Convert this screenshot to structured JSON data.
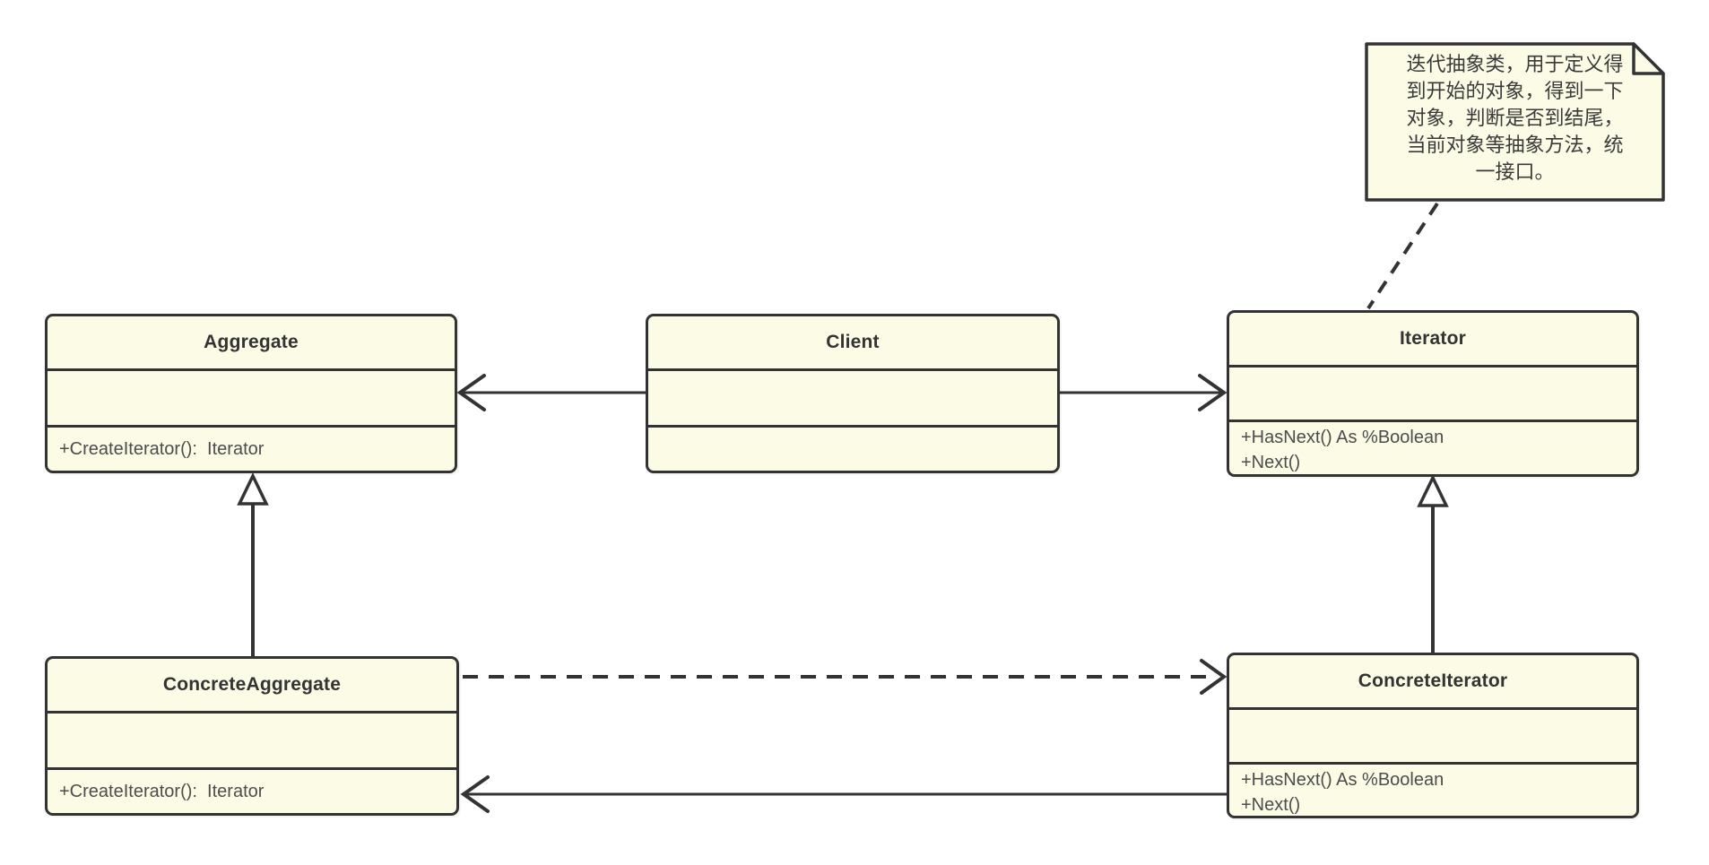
{
  "diagram": {
    "kind": "uml-class-diagram",
    "pattern": "Iterator",
    "colors": {
      "shape_fill": "#FBFBE6",
      "stroke": "#333333",
      "header_text": "#333333",
      "method_text": "#4D4D4D",
      "background": "#FFFFFF"
    },
    "classes": {
      "aggregate": {
        "name": "Aggregate",
        "methods": {
          "0": "+CreateIterator():  Iterator"
        }
      },
      "client": {
        "name": "Client",
        "methods": {}
      },
      "iterator": {
        "name": "Iterator",
        "methods": {
          "0": "+HasNext() As %Boolean",
          "1": "+Next()"
        }
      },
      "concrete_aggregate": {
        "name": "ConcreteAggregate",
        "methods": {
          "0": "+CreateIterator():  Iterator"
        }
      },
      "concrete_iterator": {
        "name": "ConcreteIterator",
        "methods": {
          "0": "+HasNext() As %Boolean",
          "1": "+Next()"
        }
      }
    },
    "note": {
      "lines": {
        "0": "迭代抽象类，用于定义得",
        "1": "到开始的对象，得到一下",
        "2": "对象，判断是否到结尾，",
        "3": "当前对象等抽象方法，统",
        "4": "一接口。"
      }
    },
    "edges": [
      {
        "from": "Client",
        "to": "Aggregate",
        "type": "association-open-arrow-solid"
      },
      {
        "from": "Client",
        "to": "Iterator",
        "type": "association-open-arrow-solid"
      },
      {
        "from": "ConcreteAggregate",
        "to": "Aggregate",
        "type": "generalization-hollow-triangle"
      },
      {
        "from": "ConcreteIterator",
        "to": "Iterator",
        "type": "generalization-hollow-triangle"
      },
      {
        "from": "ConcreteAggregate",
        "to": "ConcreteIterator",
        "type": "dependency-dashed-open-arrow"
      },
      {
        "from": "ConcreteIterator",
        "to": "ConcreteAggregate",
        "type": "association-open-arrow-solid"
      },
      {
        "from": "Note",
        "to": "Iterator",
        "type": "note-anchor-dashed"
      }
    ]
  }
}
